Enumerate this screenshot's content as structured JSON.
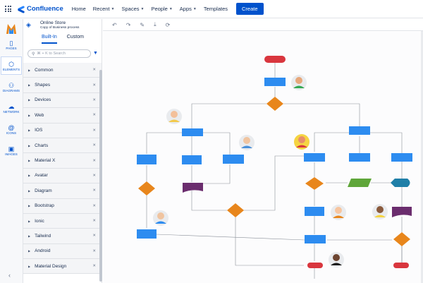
{
  "topbar": {
    "brand": "Confluence",
    "nav": [
      {
        "label": "Home",
        "chevron": false
      },
      {
        "label": "Recent",
        "chevron": true
      },
      {
        "label": "Spaces",
        "chevron": true
      },
      {
        "label": "People",
        "chevron": true
      },
      {
        "label": "Apps",
        "chevron": true
      },
      {
        "label": "Templates",
        "chevron": false
      }
    ],
    "create_label": "Create"
  },
  "rail": {
    "items": [
      {
        "label": "PAGES",
        "icon": "pages-icon"
      },
      {
        "label": "ELEMENTS",
        "icon": "elements-icon"
      },
      {
        "label": "DIAGRAMS",
        "icon": "diagrams-icon"
      },
      {
        "label": "NETWORK",
        "icon": "network-icon"
      },
      {
        "label": "ICONS",
        "icon": "icons-icon"
      },
      {
        "label": "IMAGES",
        "icon": "images-icon"
      }
    ]
  },
  "panel": {
    "title": "Online Store",
    "subtitle": "Copy of Business process",
    "tabs": [
      "Built-In",
      "Custom"
    ],
    "search_placeholder": "⌘ + K to Search",
    "categories": [
      "Common",
      "Shapes",
      "Devices",
      "Web",
      "IOS",
      "Charts",
      "Material X",
      "Avatar",
      "Diagram",
      "Bootstrap",
      "Ionic",
      "Tailwind",
      "Android",
      "Material Design"
    ]
  },
  "colors": {
    "accent": "#0052cc",
    "process": "#2d8cf0",
    "decision": "#e8861c",
    "start": "#d9363e",
    "document": "#6b2d6e",
    "data": "#5fa63a",
    "display": "#1f7fa8"
  }
}
